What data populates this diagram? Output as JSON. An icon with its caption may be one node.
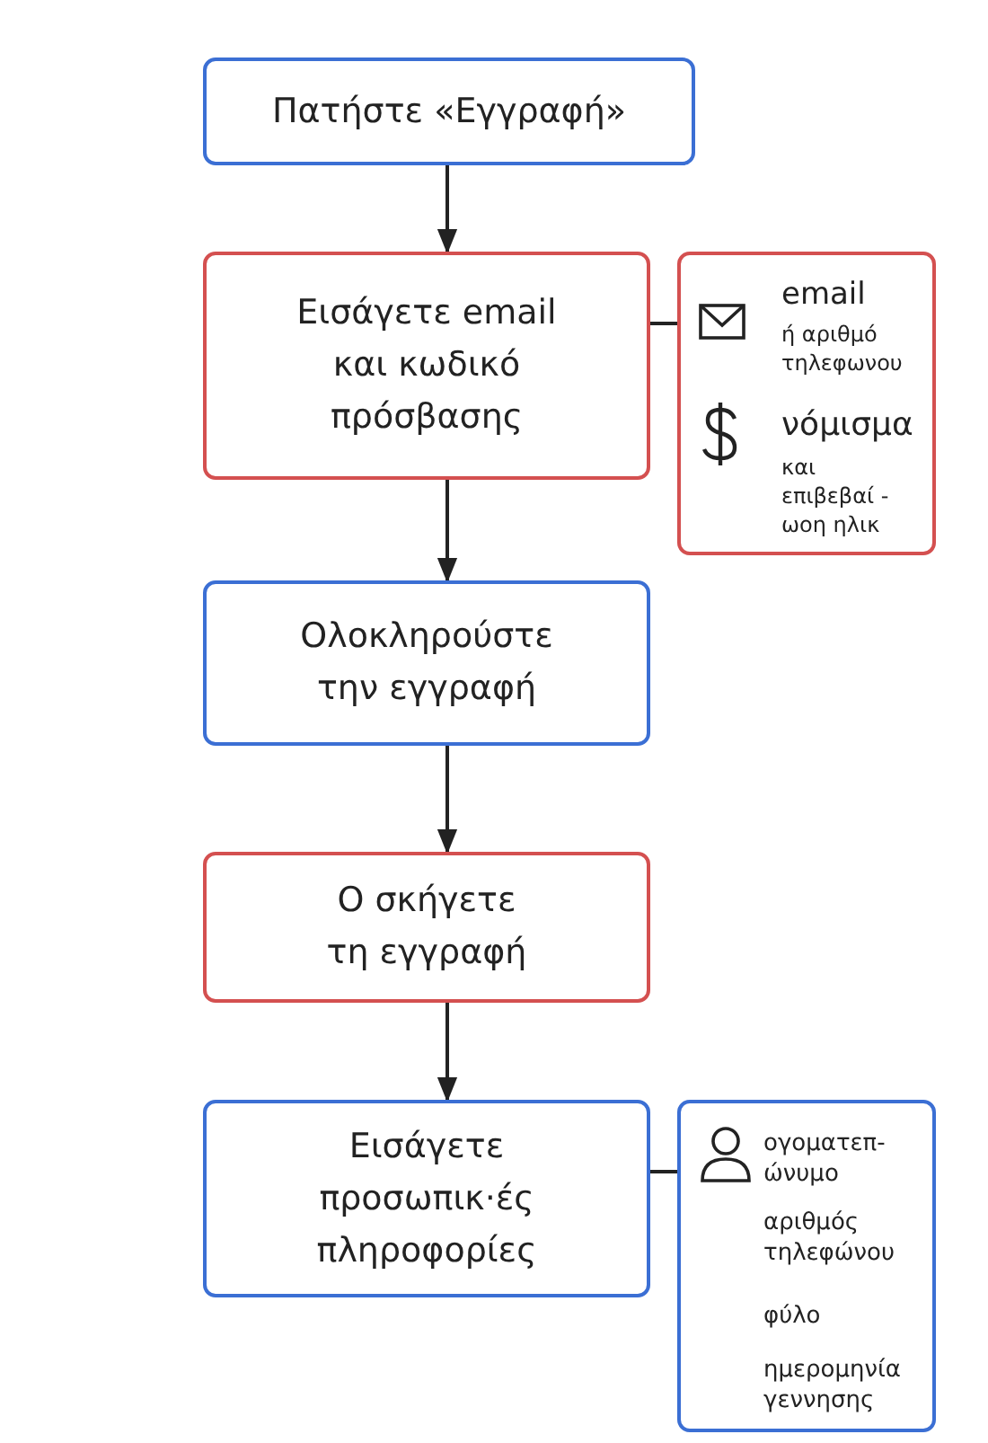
{
  "diagram": {
    "nodes": [
      {
        "text": [
          "Πατήστε «Εγγραφή»"
        ]
      },
      {
        "text": [
          "Εισάγετε email και κωδικό πρόσβασης"
        ]
      },
      {
        "text": [
          "email",
          "ή αριθμό τηλεφωνου",
          "νόμισμα",
          "και επιβεβαί - ωοη ηλικ"
        ]
      },
      {
        "text": [
          "Ολοκληρούστε την εγγραφή"
        ]
      },
      {
        "text": [
          "Ο σκήγετε τη εγγραφή"
        ]
      },
      {
        "text": [
          "Εισάγετε προσωπικ·ές πληροφορίες"
        ]
      },
      {
        "text": [
          "ογοματεπ- ώνυμο",
          "αριθμός τηλεφώνου",
          "φύλο",
          "ημερομηνία γεννησης"
        ]
      }
    ],
    "edges": [
      {
        "from": 0,
        "to": 1,
        "arrow": "to"
      },
      {
        "from": 1,
        "to": 2,
        "arrow": "none"
      },
      {
        "from": 1,
        "to": 3,
        "arrow": "to"
      },
      {
        "from": 3,
        "to": 4,
        "arrow": "to"
      },
      {
        "from": 4,
        "to": 5,
        "arrow": "to"
      },
      {
        "from": 5,
        "to": 6,
        "arrow": "none"
      }
    ]
  }
}
